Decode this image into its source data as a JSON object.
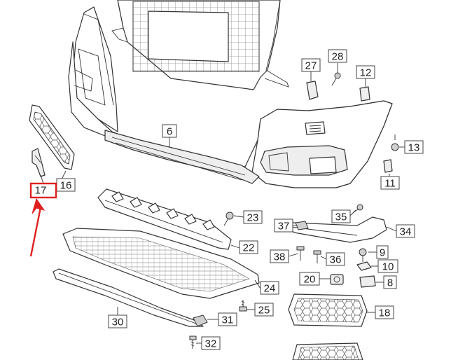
{
  "diagram": {
    "labels": [
      {
        "id": "6",
        "text": "6"
      },
      {
        "id": "8",
        "text": "8"
      },
      {
        "id": "9",
        "text": "9"
      },
      {
        "id": "10",
        "text": "10"
      },
      {
        "id": "11",
        "text": "11"
      },
      {
        "id": "12",
        "text": "12"
      },
      {
        "id": "13",
        "text": "13"
      },
      {
        "id": "16",
        "text": "16"
      },
      {
        "id": "17",
        "text": "17"
      },
      {
        "id": "18",
        "text": "18"
      },
      {
        "id": "20",
        "text": "20"
      },
      {
        "id": "22",
        "text": "22"
      },
      {
        "id": "23",
        "text": "23"
      },
      {
        "id": "24",
        "text": "24"
      },
      {
        "id": "25",
        "text": "25"
      },
      {
        "id": "27",
        "text": "27"
      },
      {
        "id": "28",
        "text": "28"
      },
      {
        "id": "30",
        "text": "30"
      },
      {
        "id": "31",
        "text": "31"
      },
      {
        "id": "32",
        "text": "32"
      },
      {
        "id": "34",
        "text": "34"
      },
      {
        "id": "35",
        "text": "35"
      },
      {
        "id": "36",
        "text": "36"
      },
      {
        "id": "37",
        "text": "37"
      },
      {
        "id": "38",
        "text": "38"
      }
    ],
    "highlight": {
      "label_id": "17",
      "color": "#e02020"
    },
    "arrow_color": "#e02020"
  }
}
